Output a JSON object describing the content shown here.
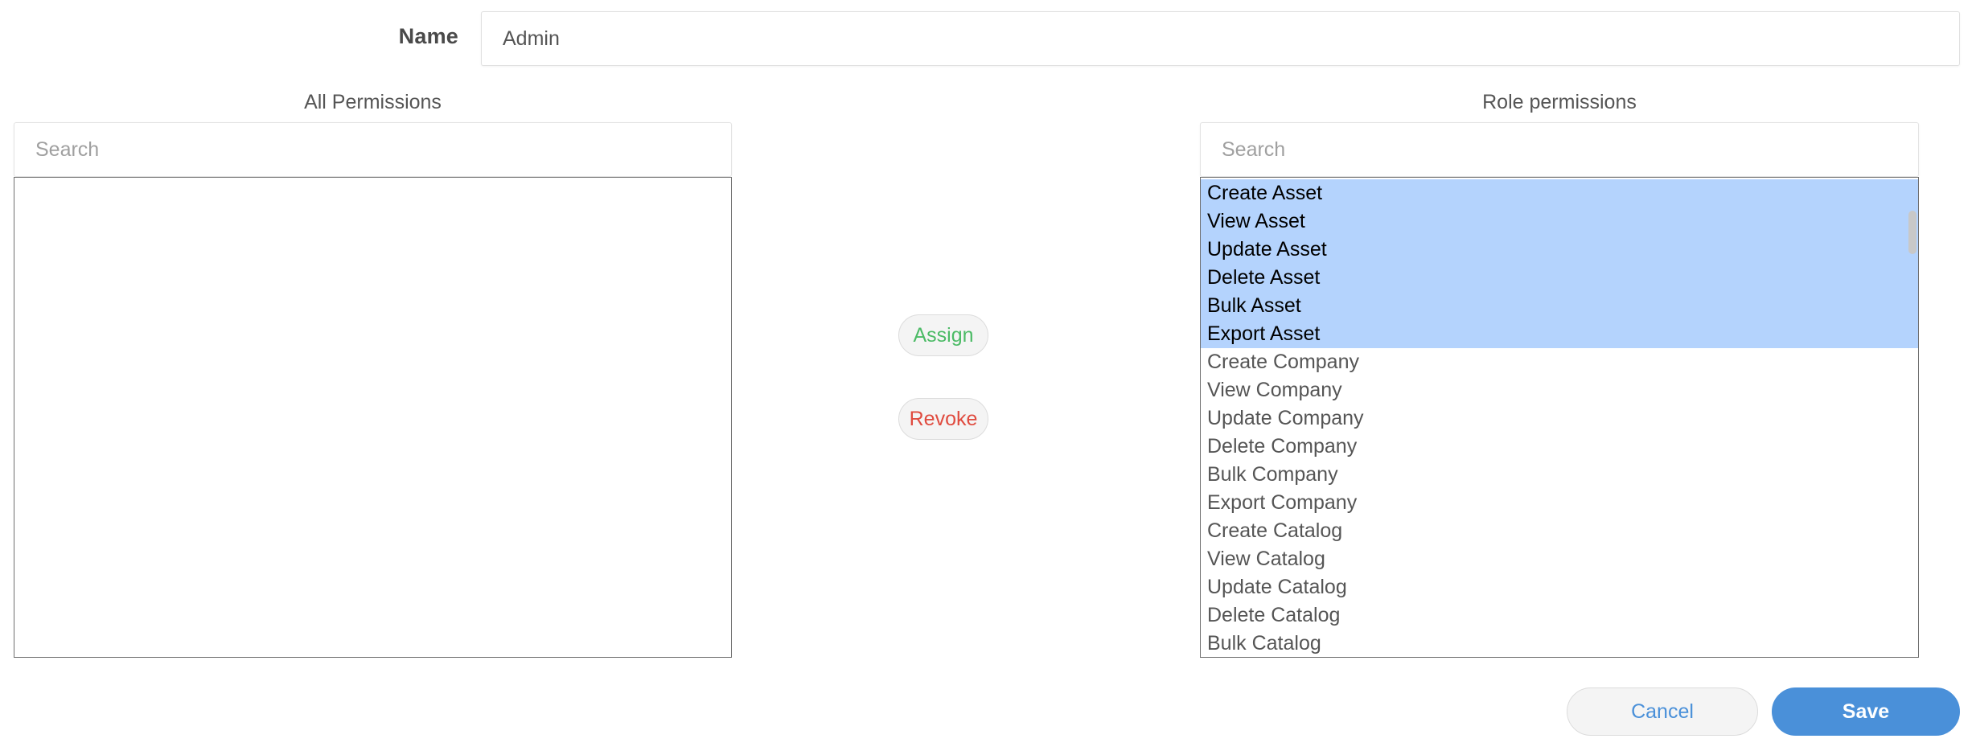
{
  "form": {
    "name_label": "Name",
    "name_value": "Admin",
    "name_placeholder": ""
  },
  "panels": {
    "left": {
      "title": "All Permissions",
      "search_placeholder": "Search",
      "search_value": "",
      "items": []
    },
    "right": {
      "title": "Role permissions",
      "search_placeholder": "Search",
      "search_value": "",
      "items": [
        {
          "label": "Create Asset",
          "selected": true
        },
        {
          "label": "View Asset",
          "selected": true
        },
        {
          "label": "Update Asset",
          "selected": true
        },
        {
          "label": "Delete Asset",
          "selected": true
        },
        {
          "label": "Bulk Asset",
          "selected": true
        },
        {
          "label": "Export Asset",
          "selected": true
        },
        {
          "label": "Create Company",
          "selected": false
        },
        {
          "label": "View Company",
          "selected": false
        },
        {
          "label": "Update Company",
          "selected": false
        },
        {
          "label": "Delete Company",
          "selected": false
        },
        {
          "label": "Bulk Company",
          "selected": false
        },
        {
          "label": "Export Company",
          "selected": false
        },
        {
          "label": "Create Catalog",
          "selected": false
        },
        {
          "label": "View Catalog",
          "selected": false
        },
        {
          "label": "Update Catalog",
          "selected": false
        },
        {
          "label": "Delete Catalog",
          "selected": false
        },
        {
          "label": "Bulk Catalog",
          "selected": false
        }
      ]
    }
  },
  "transfer_actions": {
    "assign_label": "Assign",
    "revoke_label": "Revoke"
  },
  "footer": {
    "cancel_label": "Cancel",
    "save_label": "Save"
  },
  "colors": {
    "selection_blue": "#b4d3fd",
    "assign_green": "#4cbb66",
    "revoke_red": "#e04b3f",
    "primary_blue": "#4a90d9",
    "link_blue": "#4a90d9",
    "text_gray": "#555555",
    "border_gray": "#6e6e6e"
  }
}
